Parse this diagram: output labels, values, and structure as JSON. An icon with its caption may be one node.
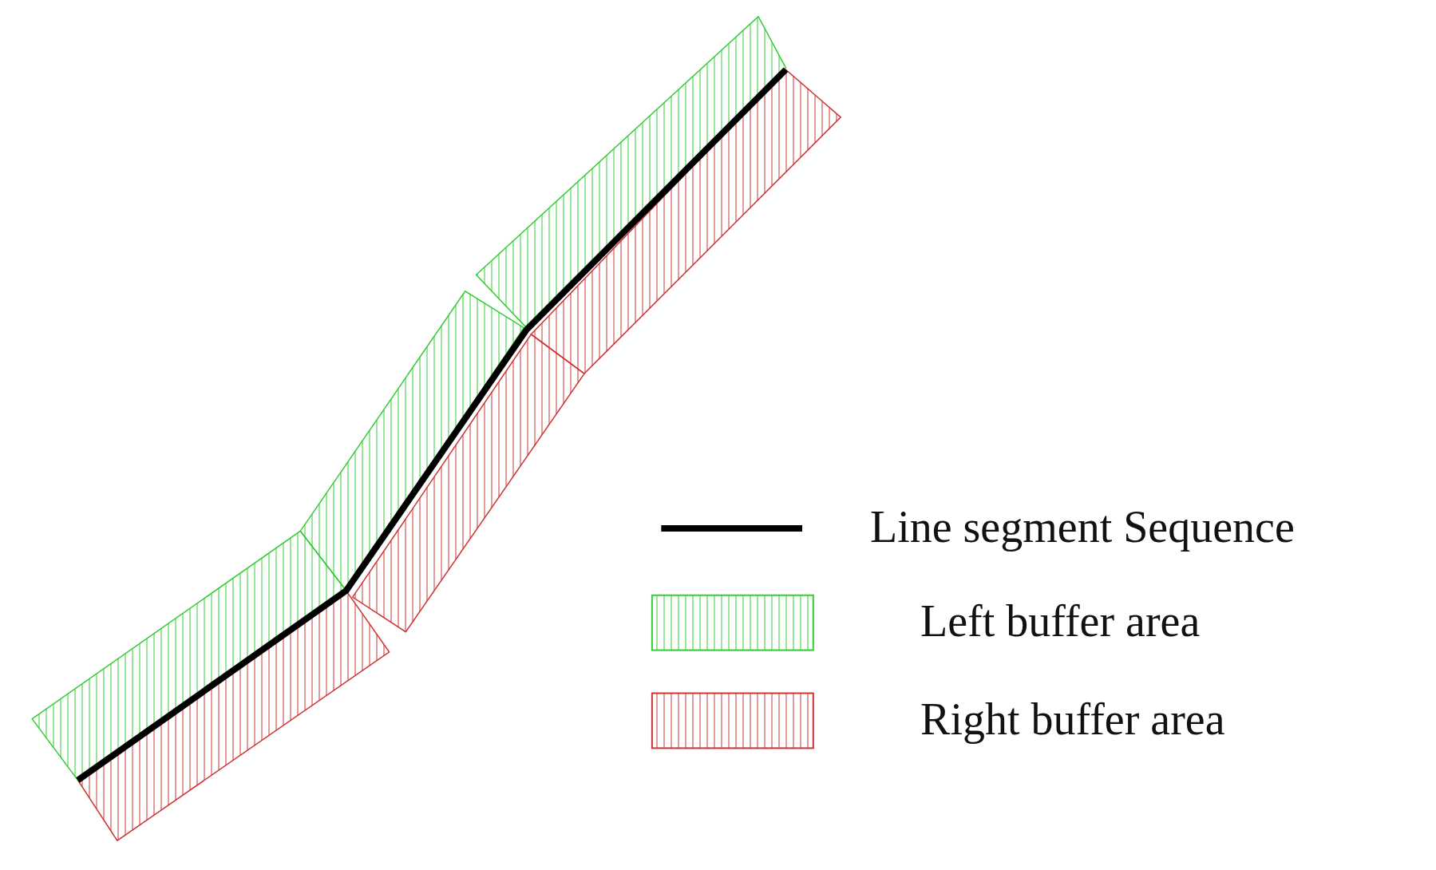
{
  "diagram": {
    "legend": [
      {
        "text": "Line segment Sequence"
      },
      {
        "text": "Left buffer area",
        "color": "#33cc33"
      },
      {
        "text": "Right buffer area",
        "color": "#cc3333"
      }
    ]
  }
}
